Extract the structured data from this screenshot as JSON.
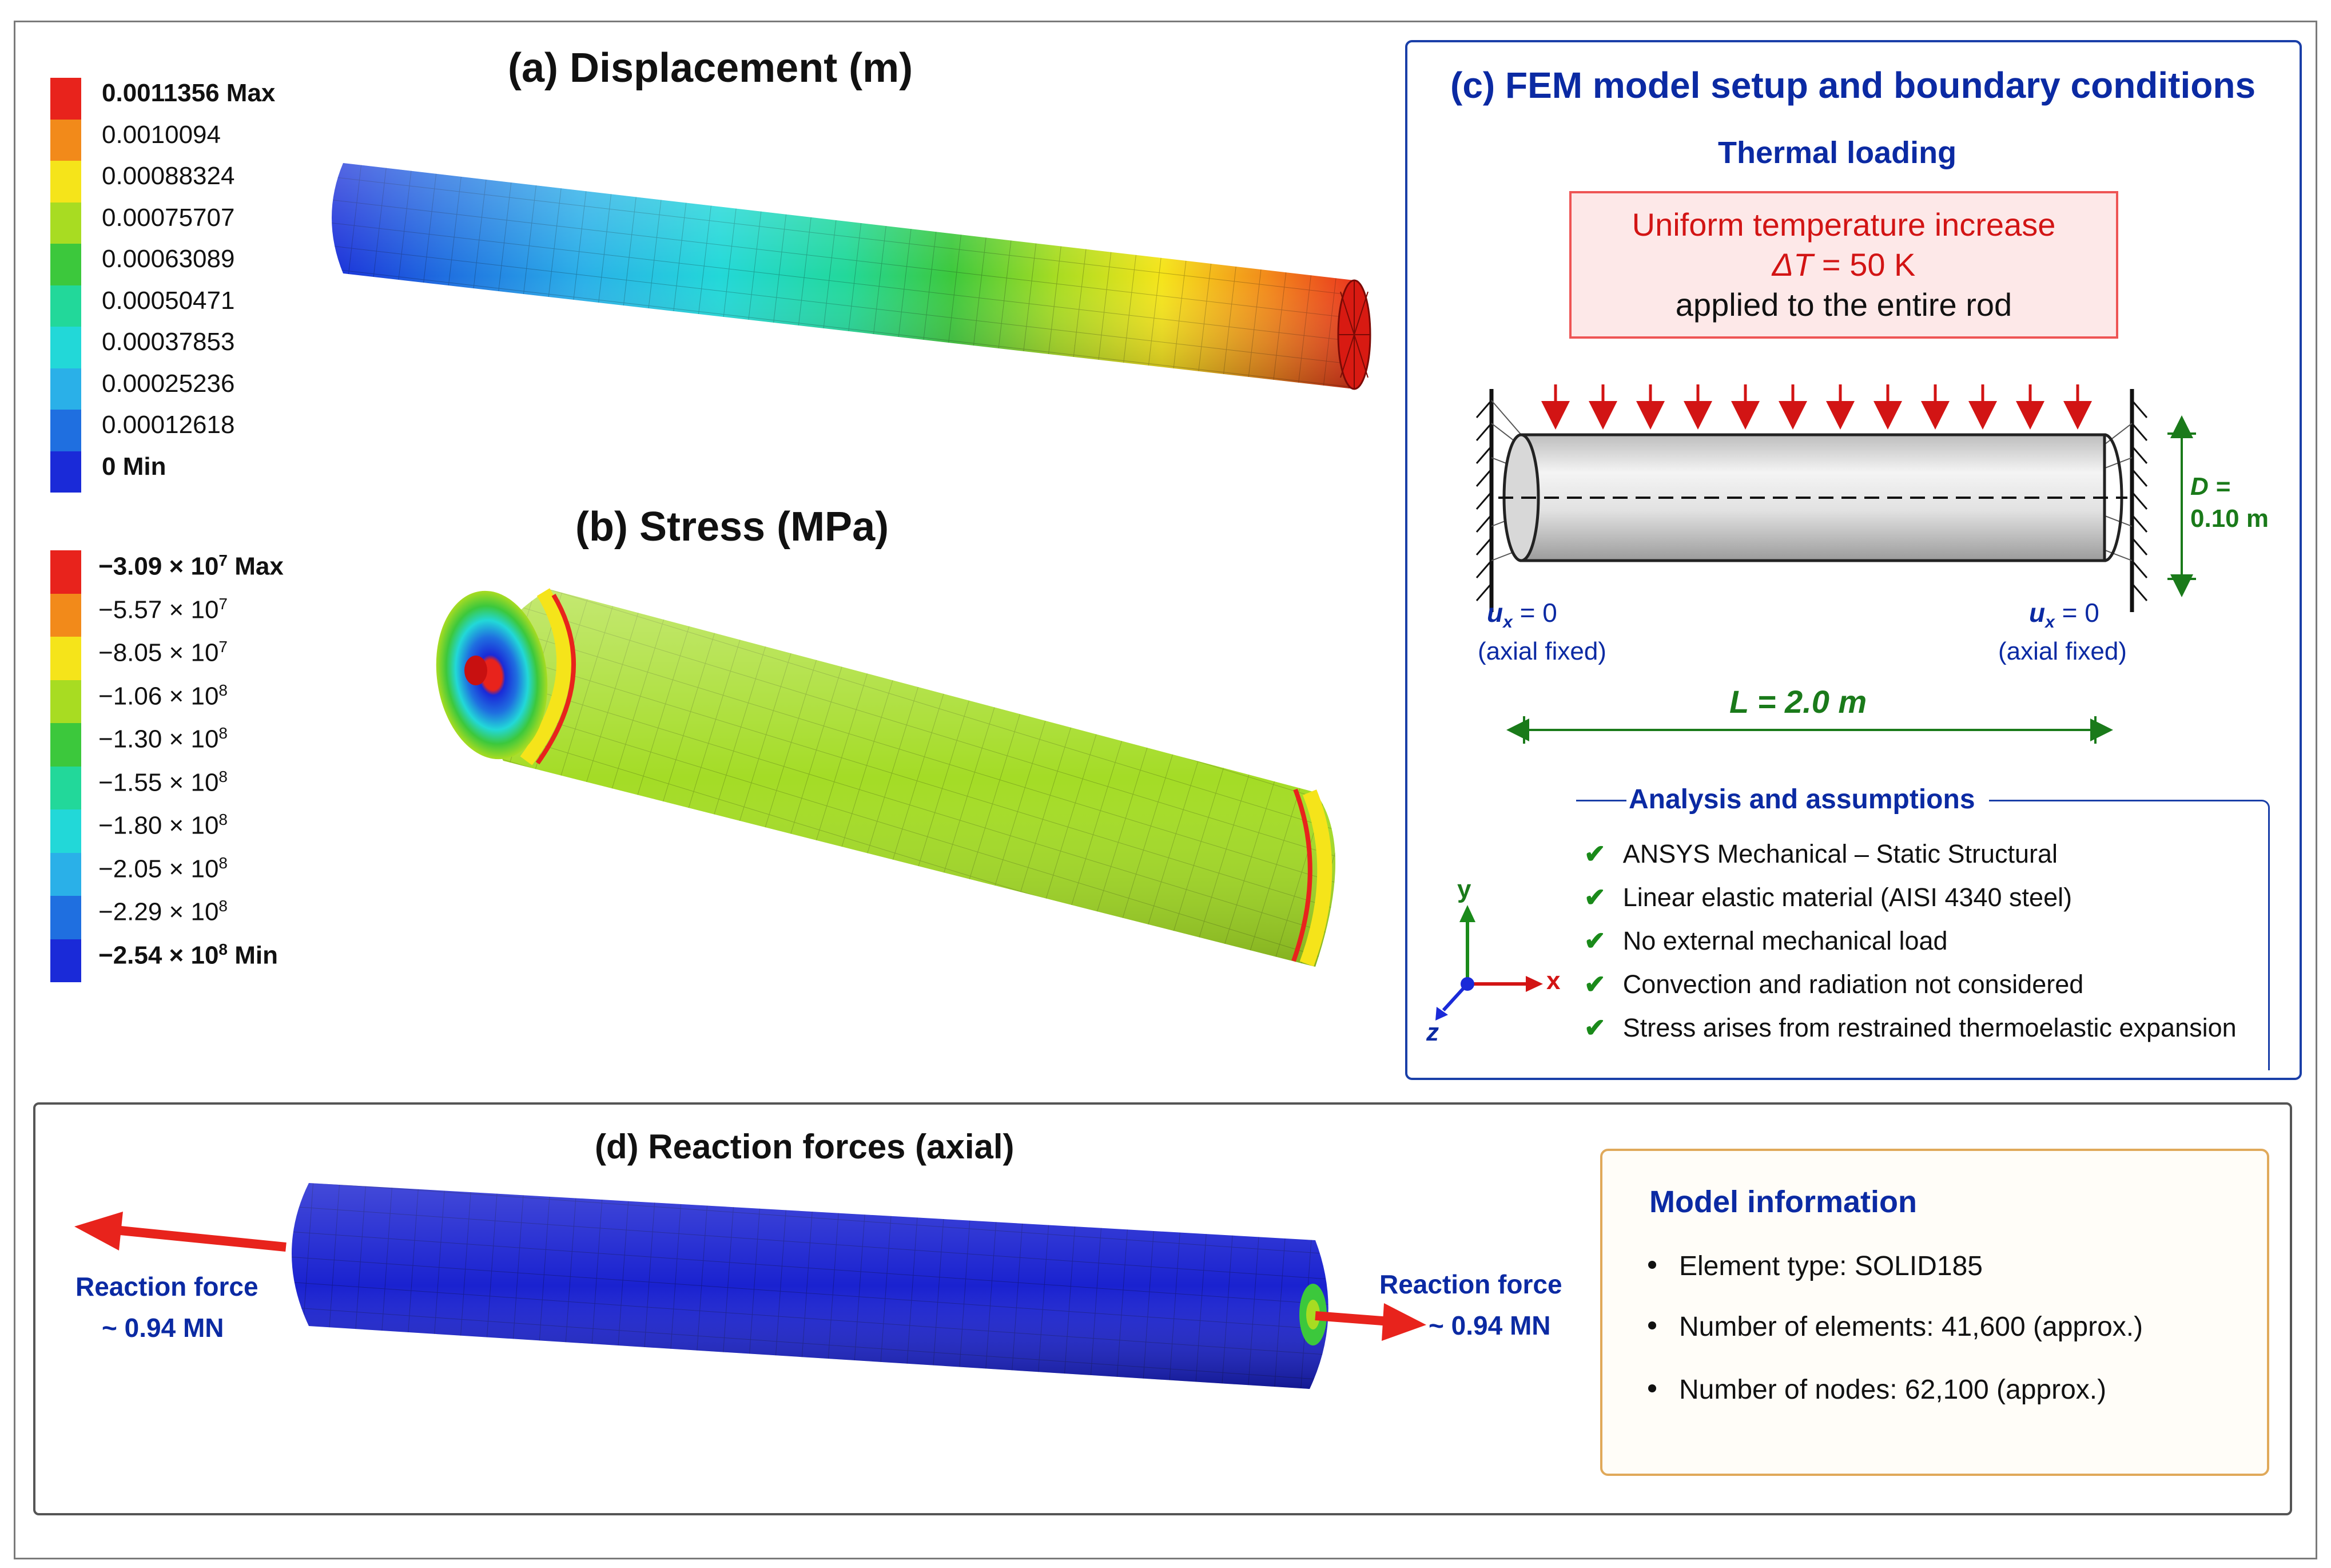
{
  "panel_a": {
    "title": "(a) Displacement (m)",
    "legend": [
      {
        "label": "0.0011356 Max",
        "color": "#e8231c",
        "bold": true
      },
      {
        "label": "0.0010094",
        "color": "#f28a1a"
      },
      {
        "label": "0.00088324",
        "color": "#f5e41a"
      },
      {
        "label": "0.00075707",
        "color": "#a8dc22"
      },
      {
        "label": "0.00063089",
        "color": "#3cc83c"
      },
      {
        "label": "0.00050471",
        "color": "#22d89a"
      },
      {
        "label": "0.00037853",
        "color": "#22d8d8"
      },
      {
        "label": "0.00025236",
        "color": "#2ab0e8"
      },
      {
        "label": "0.00012618",
        "color": "#1f6fe0"
      },
      {
        "label": "0 Min",
        "color": "#1a2ad8",
        "bold": true
      }
    ]
  },
  "panel_b": {
    "title": "(b) Stress (MPa)",
    "legend": [
      {
        "mant": "−3.09 × 10",
        "exp": "7",
        "suffix": " Max",
        "color": "#e8231c",
        "bold": true
      },
      {
        "mant": "−5.57 × 10",
        "exp": "7",
        "suffix": "",
        "color": "#f28a1a"
      },
      {
        "mant": "−8.05 × 10",
        "exp": "7",
        "suffix": "",
        "color": "#f5e41a"
      },
      {
        "mant": "−1.06 × 10",
        "exp": "8",
        "suffix": "",
        "color": "#a8dc22"
      },
      {
        "mant": "−1.30 × 10",
        "exp": "8",
        "suffix": "",
        "color": "#3cc83c"
      },
      {
        "mant": "−1.55 × 10",
        "exp": "8",
        "suffix": "",
        "color": "#22d89a"
      },
      {
        "mant": "−1.80 × 10",
        "exp": "8",
        "suffix": "",
        "color": "#22d8d8"
      },
      {
        "mant": "−2.05 × 10",
        "exp": "8",
        "suffix": "",
        "color": "#2ab0e8"
      },
      {
        "mant": "−2.29 × 10",
        "exp": "8",
        "suffix": "",
        "color": "#1f6fe0"
      },
      {
        "mant": "−2.54 × 10",
        "exp": "8",
        "suffix": " Min",
        "color": "#1a2ad8",
        "bold": true
      }
    ]
  },
  "panel_c": {
    "title": "(c) FEM model setup and boundary conditions",
    "thermal_heading": "Thermal loading",
    "load_line1": "Uniform temperature increase",
    "load_line2_symbol": "ΔT",
    "load_line2_value": " = 50 K",
    "load_line3": "applied to the entire rod",
    "diameter_line1": "D =",
    "diameter_line2": "0.10 m",
    "bc_left": {
      "var": "u",
      "sub": "x",
      "eq": " = 0",
      "note": "(axial fixed)"
    },
    "bc_right": {
      "var": "u",
      "sub": "x",
      "eq": " = 0",
      "note": "(axial fixed)"
    },
    "length_label": "L = 2.0 m",
    "assumptions_heading": "Analysis and assumptions",
    "assumptions": [
      "ANSYS Mechanical – Static Structural",
      "Linear elastic material (AISI 4340 steel)",
      "No external mechanical load",
      "Convection and radiation not considered",
      "Stress arises from restrained thermoelastic expansion"
    ],
    "axes": {
      "y": "y",
      "x": "x",
      "z": "z"
    }
  },
  "panel_d": {
    "title": "(d) Reaction forces (axial)",
    "left_label_1": "Reaction force",
    "left_label_2": "~ 0.94 MN",
    "right_label_1": "Reaction force",
    "right_label_2": "~ 0.94 MN",
    "info_heading": "Model information",
    "info_items": [
      "Element type: SOLID185",
      "Number of elements: 41,600 (approx.)",
      "Number of nodes: 62,100 (approx.)"
    ]
  },
  "colors": {
    "accent_blue": "#0b2aa3",
    "accent_green": "#1a7a1a",
    "accent_red": "#d21414"
  }
}
